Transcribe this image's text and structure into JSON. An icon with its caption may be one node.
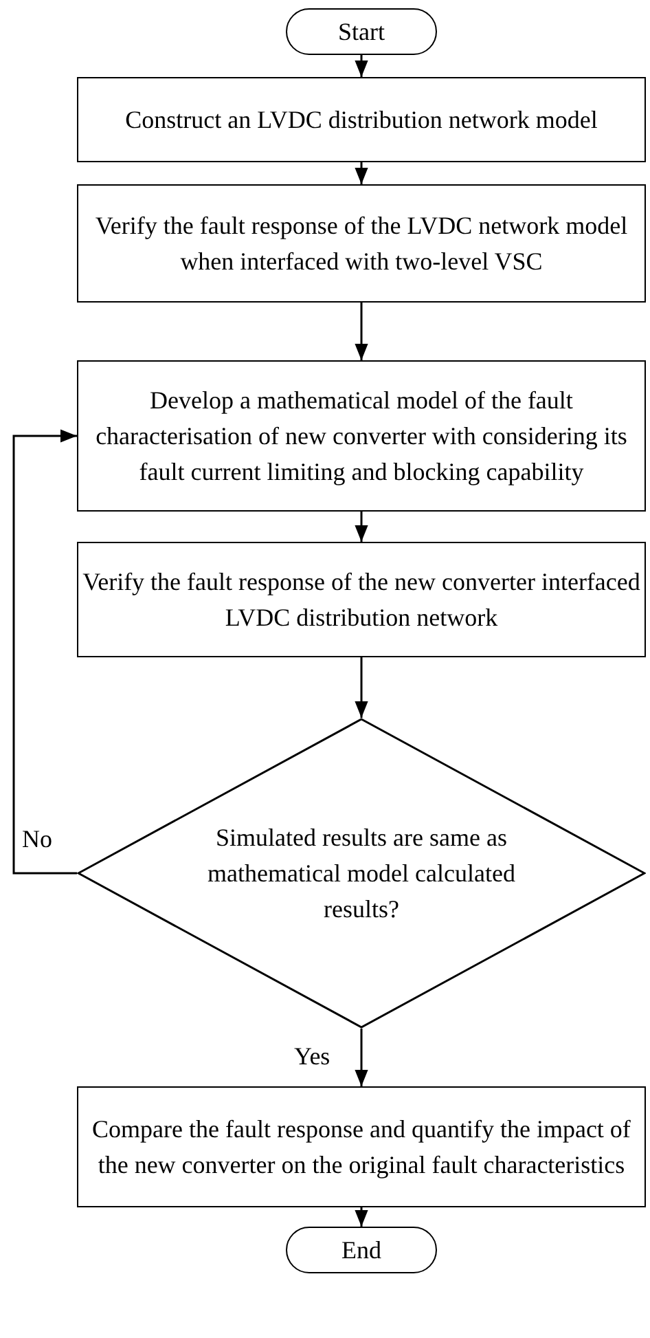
{
  "diagram": {
    "nodes": [
      {
        "text": [
          "Start"
        ]
      },
      {
        "text": [
          "Construct an LVDC distribution network model"
        ]
      },
      {
        "text": [
          "Verify the fault response of the LVDC network model when interfaced with two-level VSC"
        ]
      },
      {
        "text": [
          "Develop a mathematical model of the fault characterisation of new converter with considering its fault current limiting and blocking capability"
        ]
      },
      {
        "text": [
          "Verify the fault response of the new converter interfaced LVDC distribution network"
        ]
      },
      {
        "text": [
          "Simulated results are same as mathematical model calculated results?"
        ]
      },
      {
        "text": [
          "Compare the fault response and quantify the impact of the new converter on the original fault characteristics"
        ]
      },
      {
        "text": [
          "End"
        ]
      }
    ],
    "edges": [
      {
        "from": 0,
        "to": 1,
        "arrow": "to"
      },
      {
        "from": 1,
        "to": 2,
        "arrow": "to"
      },
      {
        "from": 2,
        "to": 3,
        "arrow": "to"
      },
      {
        "from": 3,
        "to": 4,
        "arrow": "to"
      },
      {
        "from": 4,
        "to": 5,
        "arrow": "to"
      },
      {
        "from": 5,
        "to": 3,
        "arrow": "to",
        "label": "No"
      },
      {
        "from": 5,
        "to": 6,
        "arrow": "to",
        "label": "Yes"
      },
      {
        "from": 6,
        "to": 7,
        "arrow": "to"
      }
    ]
  }
}
